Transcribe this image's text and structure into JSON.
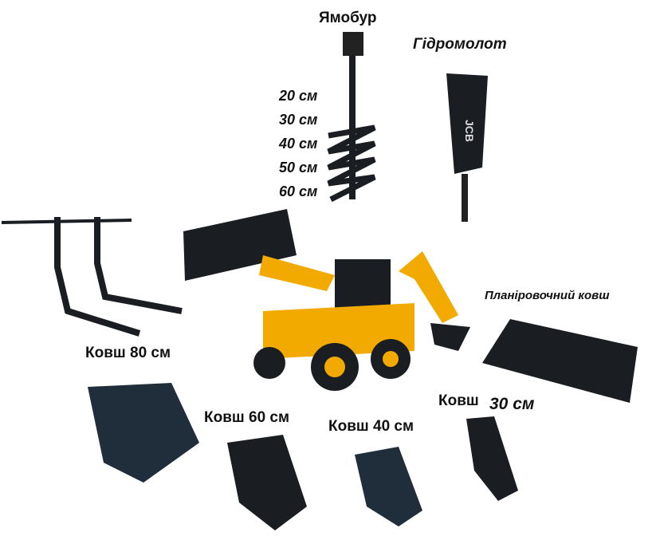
{
  "labels": {
    "auger": "Ямобур",
    "hammer": "Гідромолот",
    "auger_sizes": [
      "20 см",
      "30 см",
      "40 см",
      "50 см",
      "60 см"
    ],
    "grading_bucket": "Планіровочний ковш",
    "bucket_80": "Ковш 80 см",
    "bucket_60": "Ковш 60 см",
    "bucket_40": "Ковш 40 см",
    "bucket_30_word": "Ковш",
    "bucket_30_size": "30 см"
  },
  "brand": "JCB",
  "colors": {
    "machine": "#f2a900",
    "attachment": "#1a1d22",
    "bucket_blue": "#1f2e3a"
  }
}
